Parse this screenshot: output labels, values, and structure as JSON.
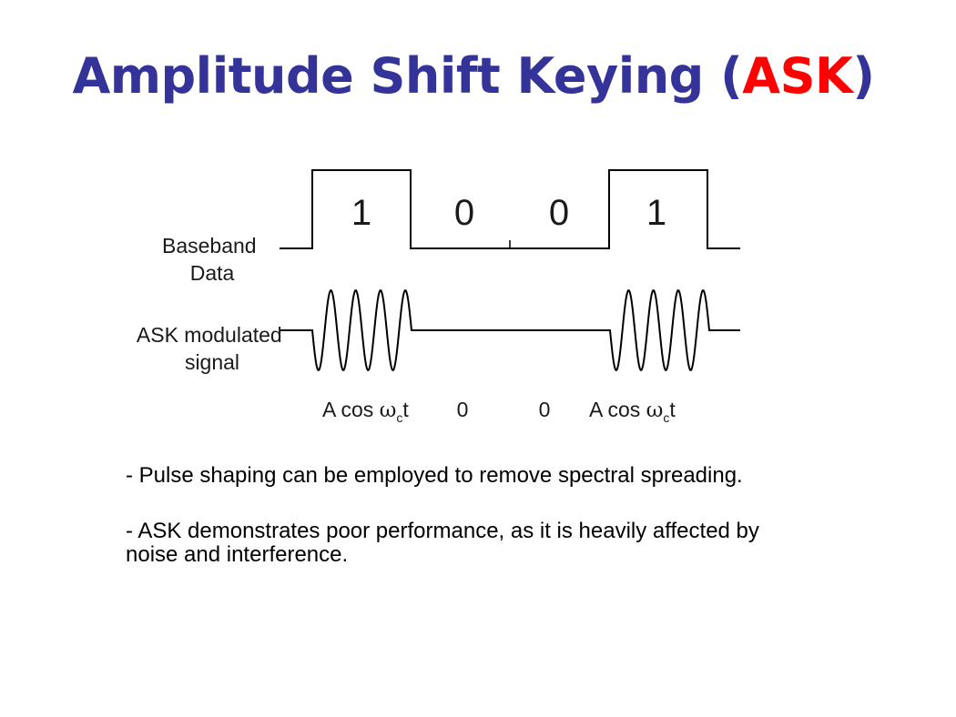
{
  "title": {
    "main": "Amplitude Shift Keying (",
    "accent": "ASK",
    "close": ")",
    "color": "#333399",
    "accent_color": "#ff0000"
  },
  "diagram": {
    "bits": [
      "1",
      "0",
      "0",
      "1"
    ],
    "baseband_label": [
      "Baseband",
      "Data"
    ],
    "modulated_label": [
      "ASK modulated",
      "signal"
    ],
    "symbol_labels": [
      {
        "prefix": "A cos ",
        "omega": "ω",
        "sub": "c",
        "suffix": "t"
      },
      {
        "prefix": "0"
      },
      {
        "prefix": "0"
      },
      {
        "prefix": "A cos ",
        "omega": "ω",
        "sub": "c",
        "suffix": "t"
      }
    ]
  },
  "bullets": [
    "- Pulse shaping can be employed to remove spectral spreading.",
    "- ASK demonstrates poor performance, as it is heavily affected by noise and interference."
  ]
}
